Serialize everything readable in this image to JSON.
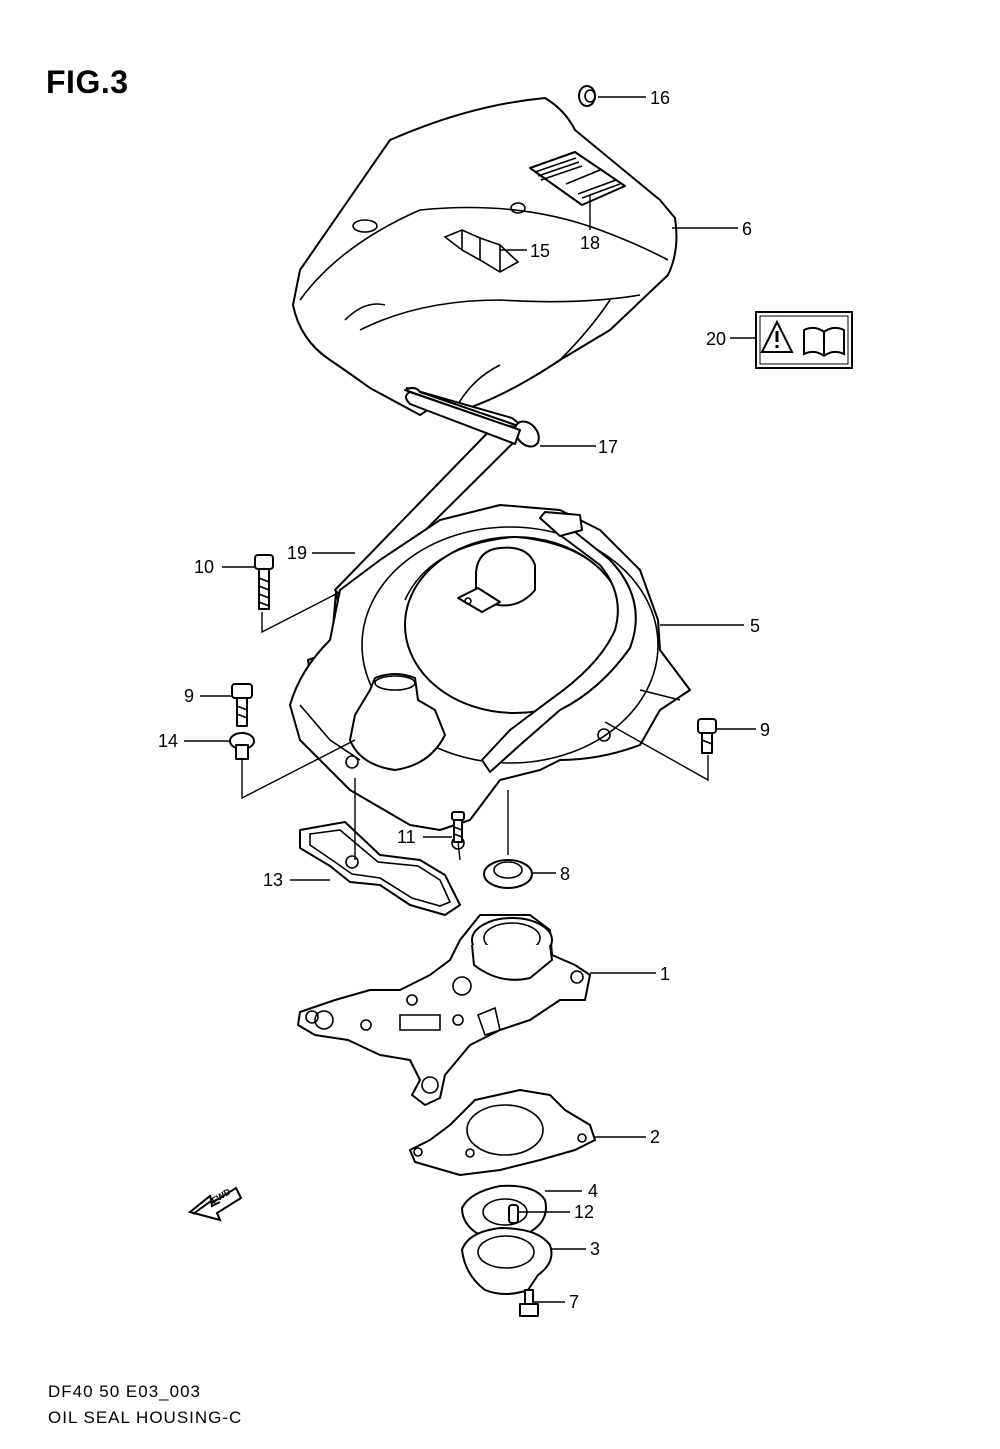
{
  "figure": {
    "title": "FIG.3",
    "footer_code": "DF40 50 E03_003",
    "footer_name": "OIL SEAL HOUSING-C"
  },
  "callouts": {
    "c1": "1",
    "c2": "2",
    "c3": "3",
    "c4": "4",
    "c5": "5",
    "c6": "6",
    "c7": "7",
    "c8": "8",
    "c9a": "9",
    "c9b": "9",
    "c10": "10",
    "c11": "11",
    "c12": "12",
    "c13": "13",
    "c14": "14",
    "c15": "15",
    "c16": "16",
    "c17": "17",
    "c18": "18",
    "c19": "19",
    "c20": "20"
  },
  "fwd_marker": "FWD",
  "icons": {
    "warning": "warning-triangle-icon",
    "manual": "open-book-icon"
  }
}
